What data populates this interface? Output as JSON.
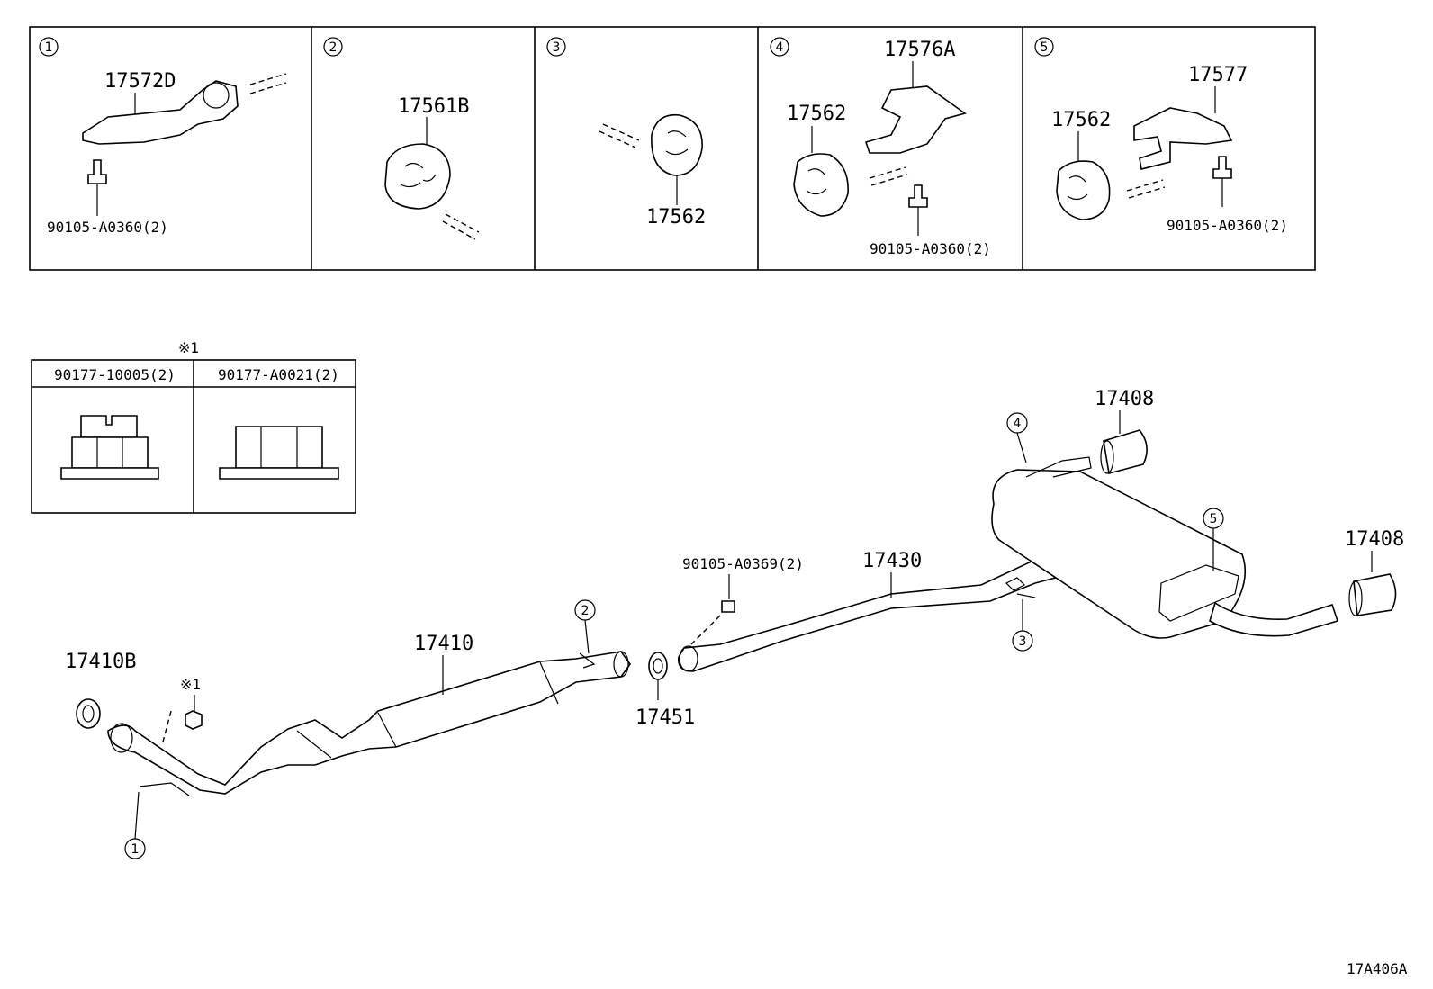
{
  "panels": [
    {
      "index": "1",
      "parts": [
        "17572D",
        "90105-A0360(2)"
      ]
    },
    {
      "index": "2",
      "parts": [
        "17561B"
      ]
    },
    {
      "index": "3",
      "parts": [
        "17562"
      ]
    },
    {
      "index": "4",
      "parts": [
        "17576A",
        "17562",
        "90105-A0360(2)"
      ]
    },
    {
      "index": "5",
      "parts": [
        "17577",
        "17562",
        "90105-A0360(2)"
      ]
    }
  ],
  "nut_table": {
    "marker": "※1",
    "headers": [
      "90177-10005(2)",
      "90177-A0021(2)"
    ]
  },
  "main": {
    "labels": {
      "p17410B": "17410B",
      "p17410": "17410",
      "p17451": "17451",
      "p90105_A0369": "90105-A0369(2)",
      "p17430": "17430",
      "p17408_top": "17408",
      "p17408_right": "17408",
      "marker_nut": "※1"
    },
    "callouts": [
      "1",
      "2",
      "3",
      "4",
      "5"
    ]
  },
  "diagram_code": "17A406A"
}
